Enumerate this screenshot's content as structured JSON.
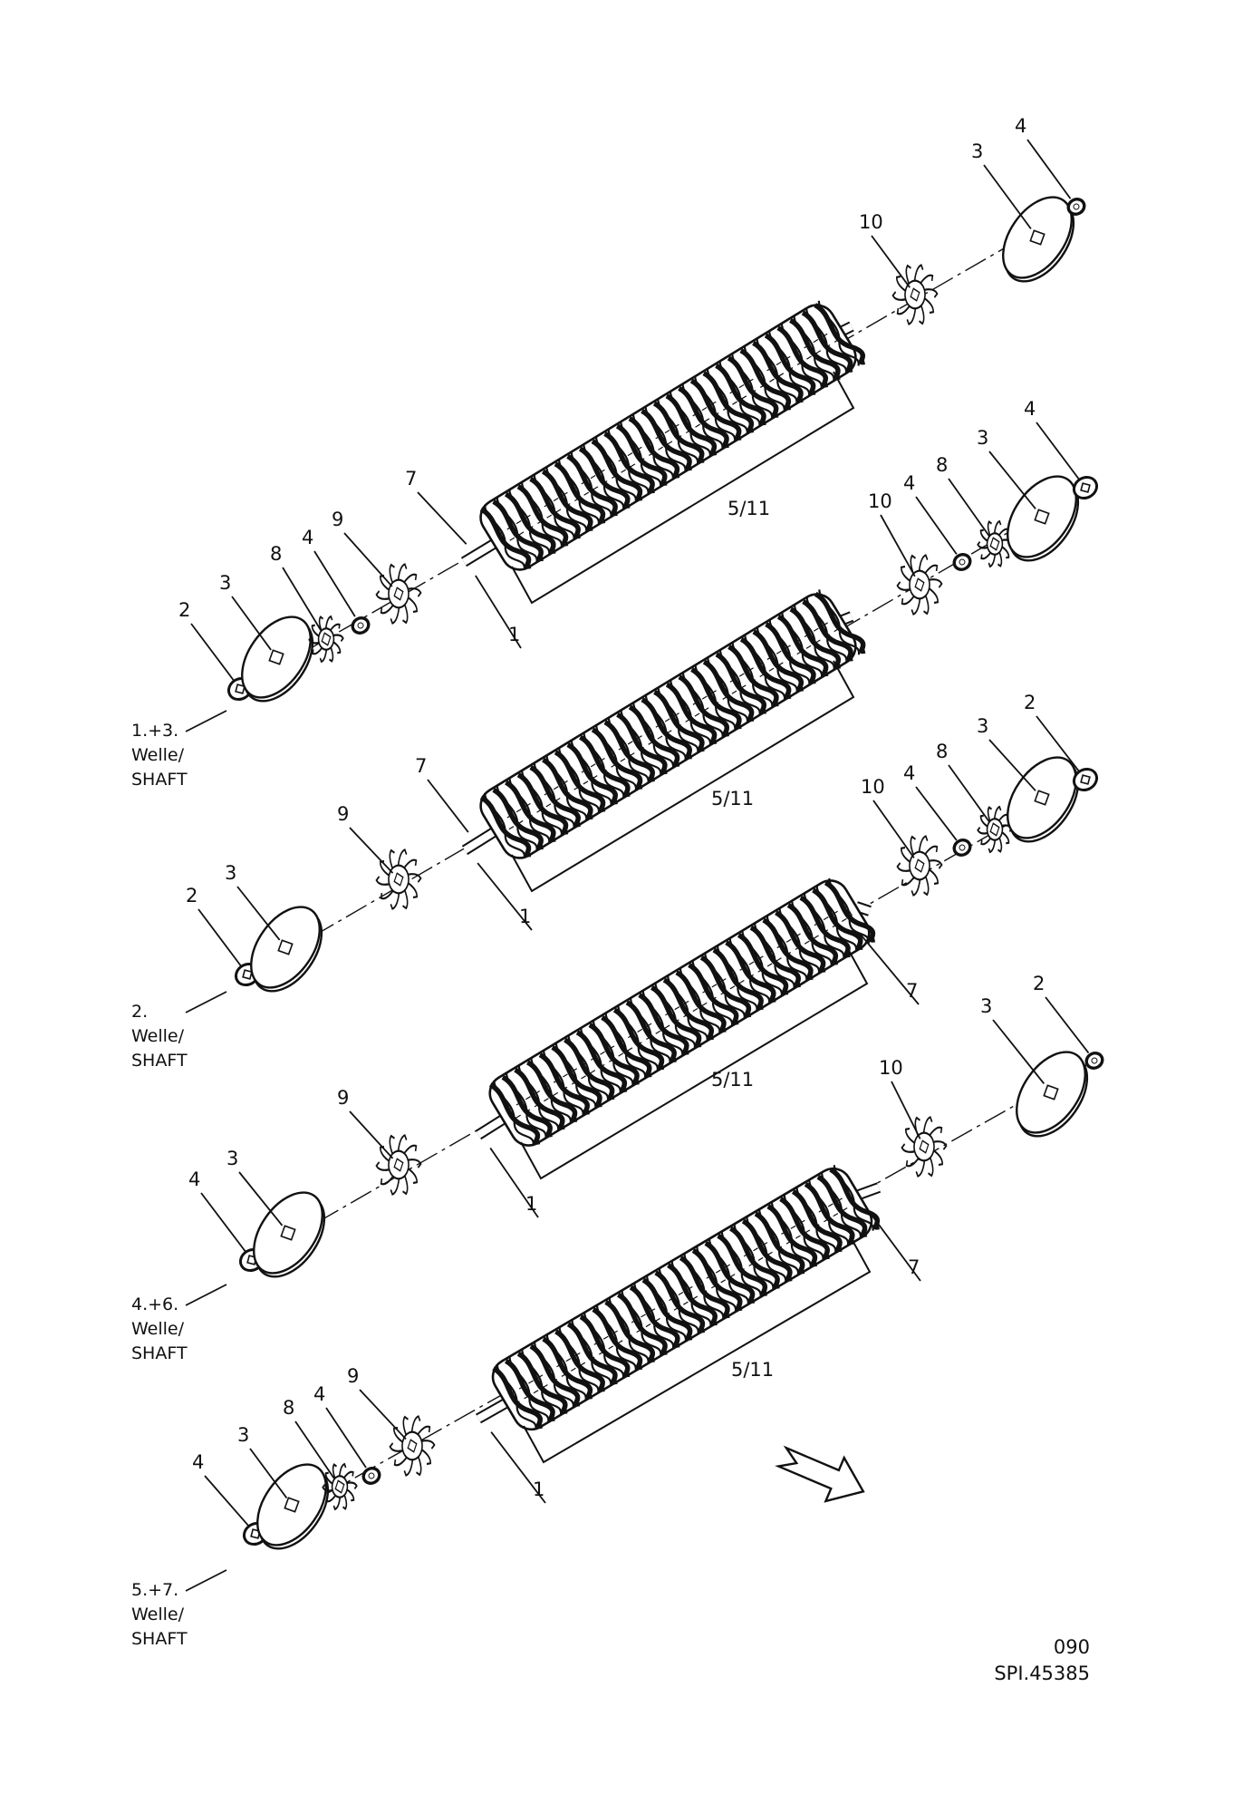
{
  "document": {
    "page_number": "090",
    "drawing_id": "SPI.45385"
  },
  "colors": {
    "ink": "#111111",
    "paper": "#ffffff"
  },
  "assemblies": [
    {
      "caption": [
        "1.+3.",
        "Welle/",
        "SHAFT"
      ],
      "callouts": {
        "left_nut": "2",
        "left_disc": "3",
        "left_star": "8",
        "left_washer": "4",
        "left_tine": "9",
        "key": "7",
        "shaft": "1",
        "brush": "5/11",
        "right_tine": "10",
        "right_disc": "3",
        "right_nut": "4"
      }
    },
    {
      "caption": [
        "2.",
        "Welle/",
        "SHAFT"
      ],
      "callouts": {
        "left_nut": "2",
        "left_disc": "3",
        "left_tine": "9",
        "key": "7",
        "shaft": "1",
        "brush": "5/11",
        "right_tine": "10",
        "right_washer": "4",
        "right_star": "8",
        "right_disc": "3",
        "right_nut": "4"
      }
    },
    {
      "caption": [
        "4.+6.",
        "Welle/",
        "SHAFT"
      ],
      "callouts": {
        "left_nut": "4",
        "left_disc": "3",
        "left_tine": "9",
        "shaft": "1",
        "brush": "5/11",
        "key": "7",
        "right_tine": "10",
        "right_washer": "4",
        "right_star": "8",
        "right_disc": "3",
        "right_nut": "2"
      }
    },
    {
      "caption": [
        "5.+7.",
        "Welle/",
        "SHAFT"
      ],
      "callouts": {
        "left_nut": "4",
        "left_disc": "3",
        "left_star": "8",
        "left_washer": "4",
        "left_tine": "9",
        "shaft": "1",
        "brush": "5/11",
        "key": "7",
        "right_tine": "10",
        "right_disc": "3",
        "right_nut": "2"
      }
    }
  ]
}
